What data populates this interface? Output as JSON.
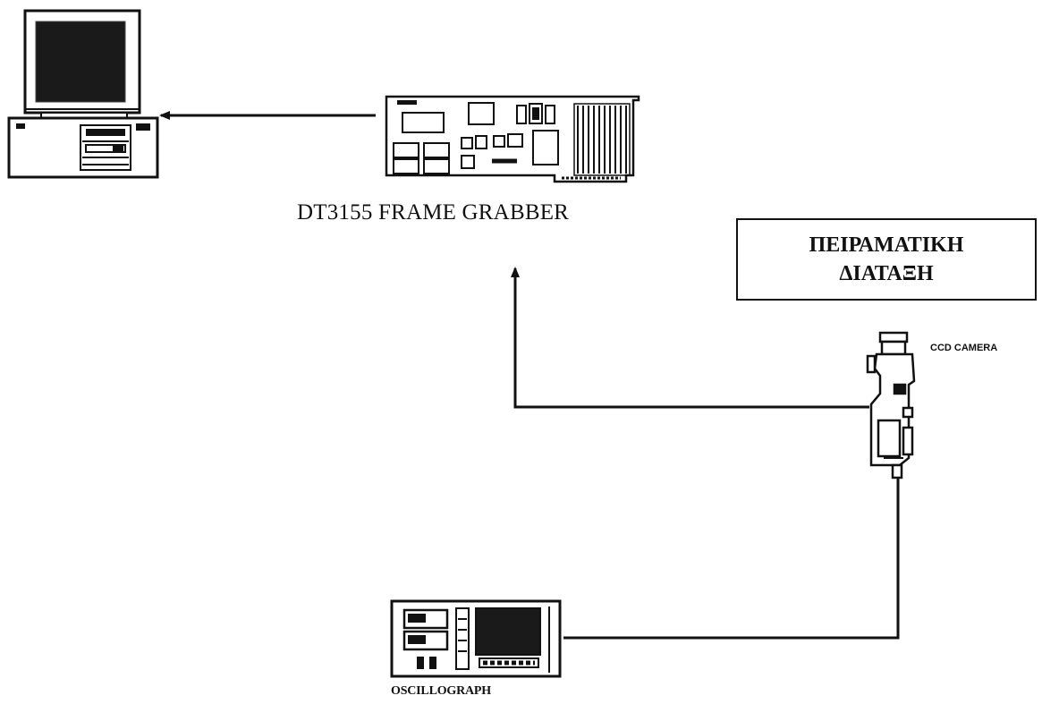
{
  "diagram": {
    "title_line1": "ΠΕΙΡΑΜΑΤΙΚΗ",
    "title_line2": "ΔΙΑΤΑΞΗ",
    "nodes": {
      "computer": {
        "icon": "desktop-computer-icon"
      },
      "frame_grabber": {
        "label": "DT3155 FRAME GRABBER",
        "icon": "circuit-board-icon"
      },
      "ccd_camera": {
        "label": "CCD CAMERA",
        "icon": "ccd-camera-icon"
      },
      "oscillograph": {
        "label": "OSCILLOGRAPH",
        "icon": "oscillograph-icon"
      }
    },
    "connections": [
      {
        "from": "frame_grabber",
        "to": "computer",
        "arrow": true
      },
      {
        "from": "ccd_camera",
        "to": "frame_grabber",
        "arrow": true
      },
      {
        "from": "ccd_camera",
        "to": "oscillograph",
        "arrow": false
      }
    ],
    "colors": {
      "ink": "#111111",
      "paper": "#ffffff"
    }
  }
}
